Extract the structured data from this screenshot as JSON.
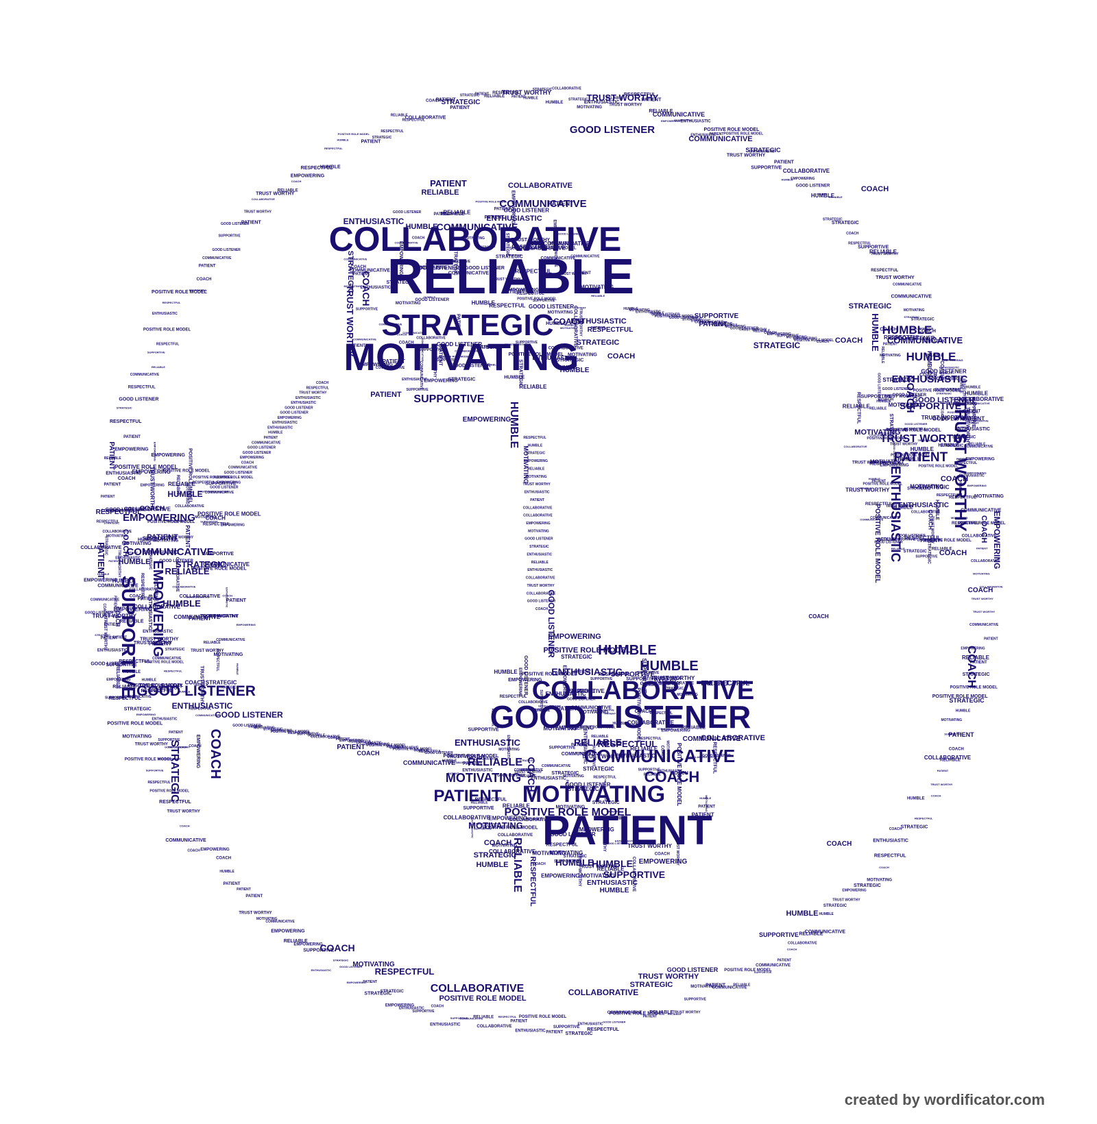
{
  "colors": {
    "text": "#1a0f6e",
    "credit": "#555555",
    "background": "#ffffff"
  },
  "credit": "created by wordificator.com",
  "words": {
    "collaborative": "COLLABORATIVE",
    "reliable": "RELIABLE",
    "strategic": "STRATEGIC",
    "motivating": "MOTIVATING",
    "patient": "PATIENT",
    "good_listener": "GOOD LISTENER",
    "communicative": "COMMUNICATIVE",
    "supportive": "SUPPORTIVE",
    "humble": "HUMBLE",
    "coach": "COACH",
    "trust_worthy": "TRUST WORTHY",
    "enthusiastic": "ENTHUSIASTIC",
    "empowering": "EMPOWERING",
    "positive_role_model": "POSITIVE ROLE MODEL",
    "respectful": "RESPECTFUL"
  }
}
